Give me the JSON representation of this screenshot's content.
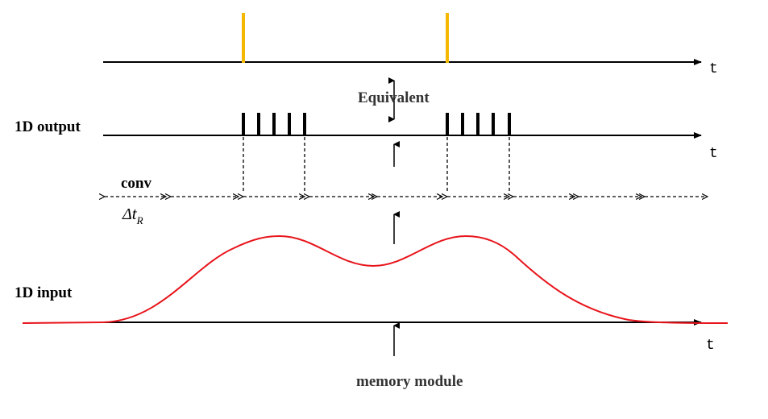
{
  "labels": {
    "equivalent": "Equivalent",
    "output_row": "1D output",
    "input_row": "1D input",
    "conv": "conv",
    "delta_symbol": "Δ",
    "delta_var": "t",
    "delta_sub": "R",
    "memory": "memory module",
    "time_axis": "t"
  },
  "colors": {
    "axis": "#000000",
    "spike_top": "#f5b800",
    "curve": "#e8141b",
    "text": "#333333",
    "label_black": "#000000"
  }
}
